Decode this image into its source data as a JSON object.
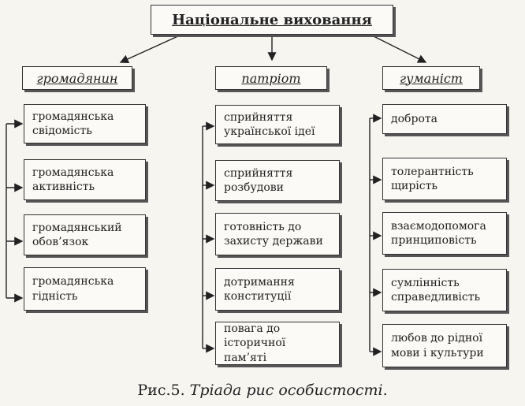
{
  "title": "Національне виховання",
  "categories": [
    {
      "label": "громадянин",
      "items": [
        "громадянська свідомість",
        "громадянська активність",
        "громадянський обов’язок",
        "громадянська гідність"
      ]
    },
    {
      "label": "патріот",
      "items": [
        "сприйняття української ідеї",
        "сприйняття розбудови",
        "готовність до захисту держави",
        "дотримання конституції",
        "повага до історичної пам’яті"
      ]
    },
    {
      "label": "гуманіст",
      "items": [
        "доброта",
        "толерантність щирість",
        "взаємодопомога принциповість",
        "сумлінність справедливість",
        "любов до рідної мови і культури"
      ]
    }
  ],
  "caption": {
    "prefix": "Рис.5. ",
    "text": "Тріада рис особистості."
  }
}
